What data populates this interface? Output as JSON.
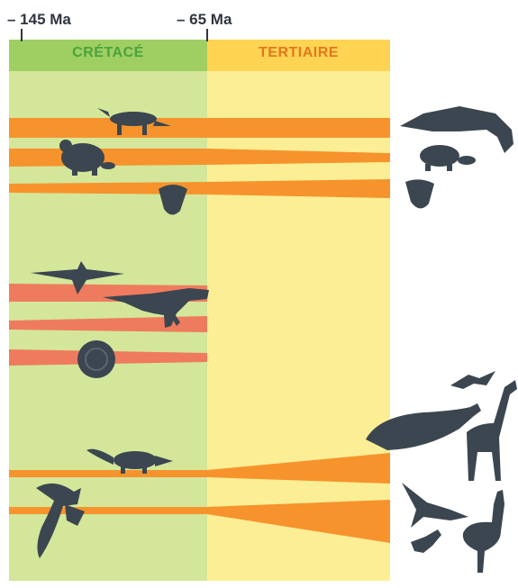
{
  "timeline": {
    "ticks": [
      "– 145 Ma",
      "– 65 Ma"
    ]
  },
  "eras": [
    {
      "label": "CRÉTACÉ",
      "header_color": "#9fcf63",
      "label_color": "#4aa33a",
      "body_color": "#d4e69a"
    },
    {
      "label": "TERTIAIRE",
      "header_color": "#ffd452",
      "label_color": "#e4761c",
      "body_color": "#fbee95"
    }
  ],
  "lineages": [
    {
      "animal": "crocodile-icon",
      "fate": "survived",
      "color": "#f7932c"
    },
    {
      "animal": "turtle-icon",
      "fate": "survived",
      "color": "#f7932c"
    },
    {
      "animal": "lizard-icon",
      "fate": "survived",
      "color": "#f7932c"
    },
    {
      "animal": "pterosaur-icon",
      "fate": "extinct",
      "color": "#ef7b5f"
    },
    {
      "animal": "dinosaur-icon",
      "fate": "extinct",
      "color": "#ef7b5f"
    },
    {
      "animal": "ammonite-icon",
      "fate": "extinct",
      "color": "#ef7b5f"
    },
    {
      "animal": "mammal-icon",
      "fate": "diversified",
      "color": "#f7932c"
    },
    {
      "animal": "bird-icon",
      "fate": "diversified",
      "color": "#f7932c"
    }
  ],
  "modern_descendants": [
    "crocodile-icon",
    "turtle-icon",
    "lizard-icon",
    "bat-icon",
    "whale-icon",
    "giraffe-icon",
    "bird-icon",
    "ostrich-icon"
  ],
  "silhouette_color": "#3b4650"
}
